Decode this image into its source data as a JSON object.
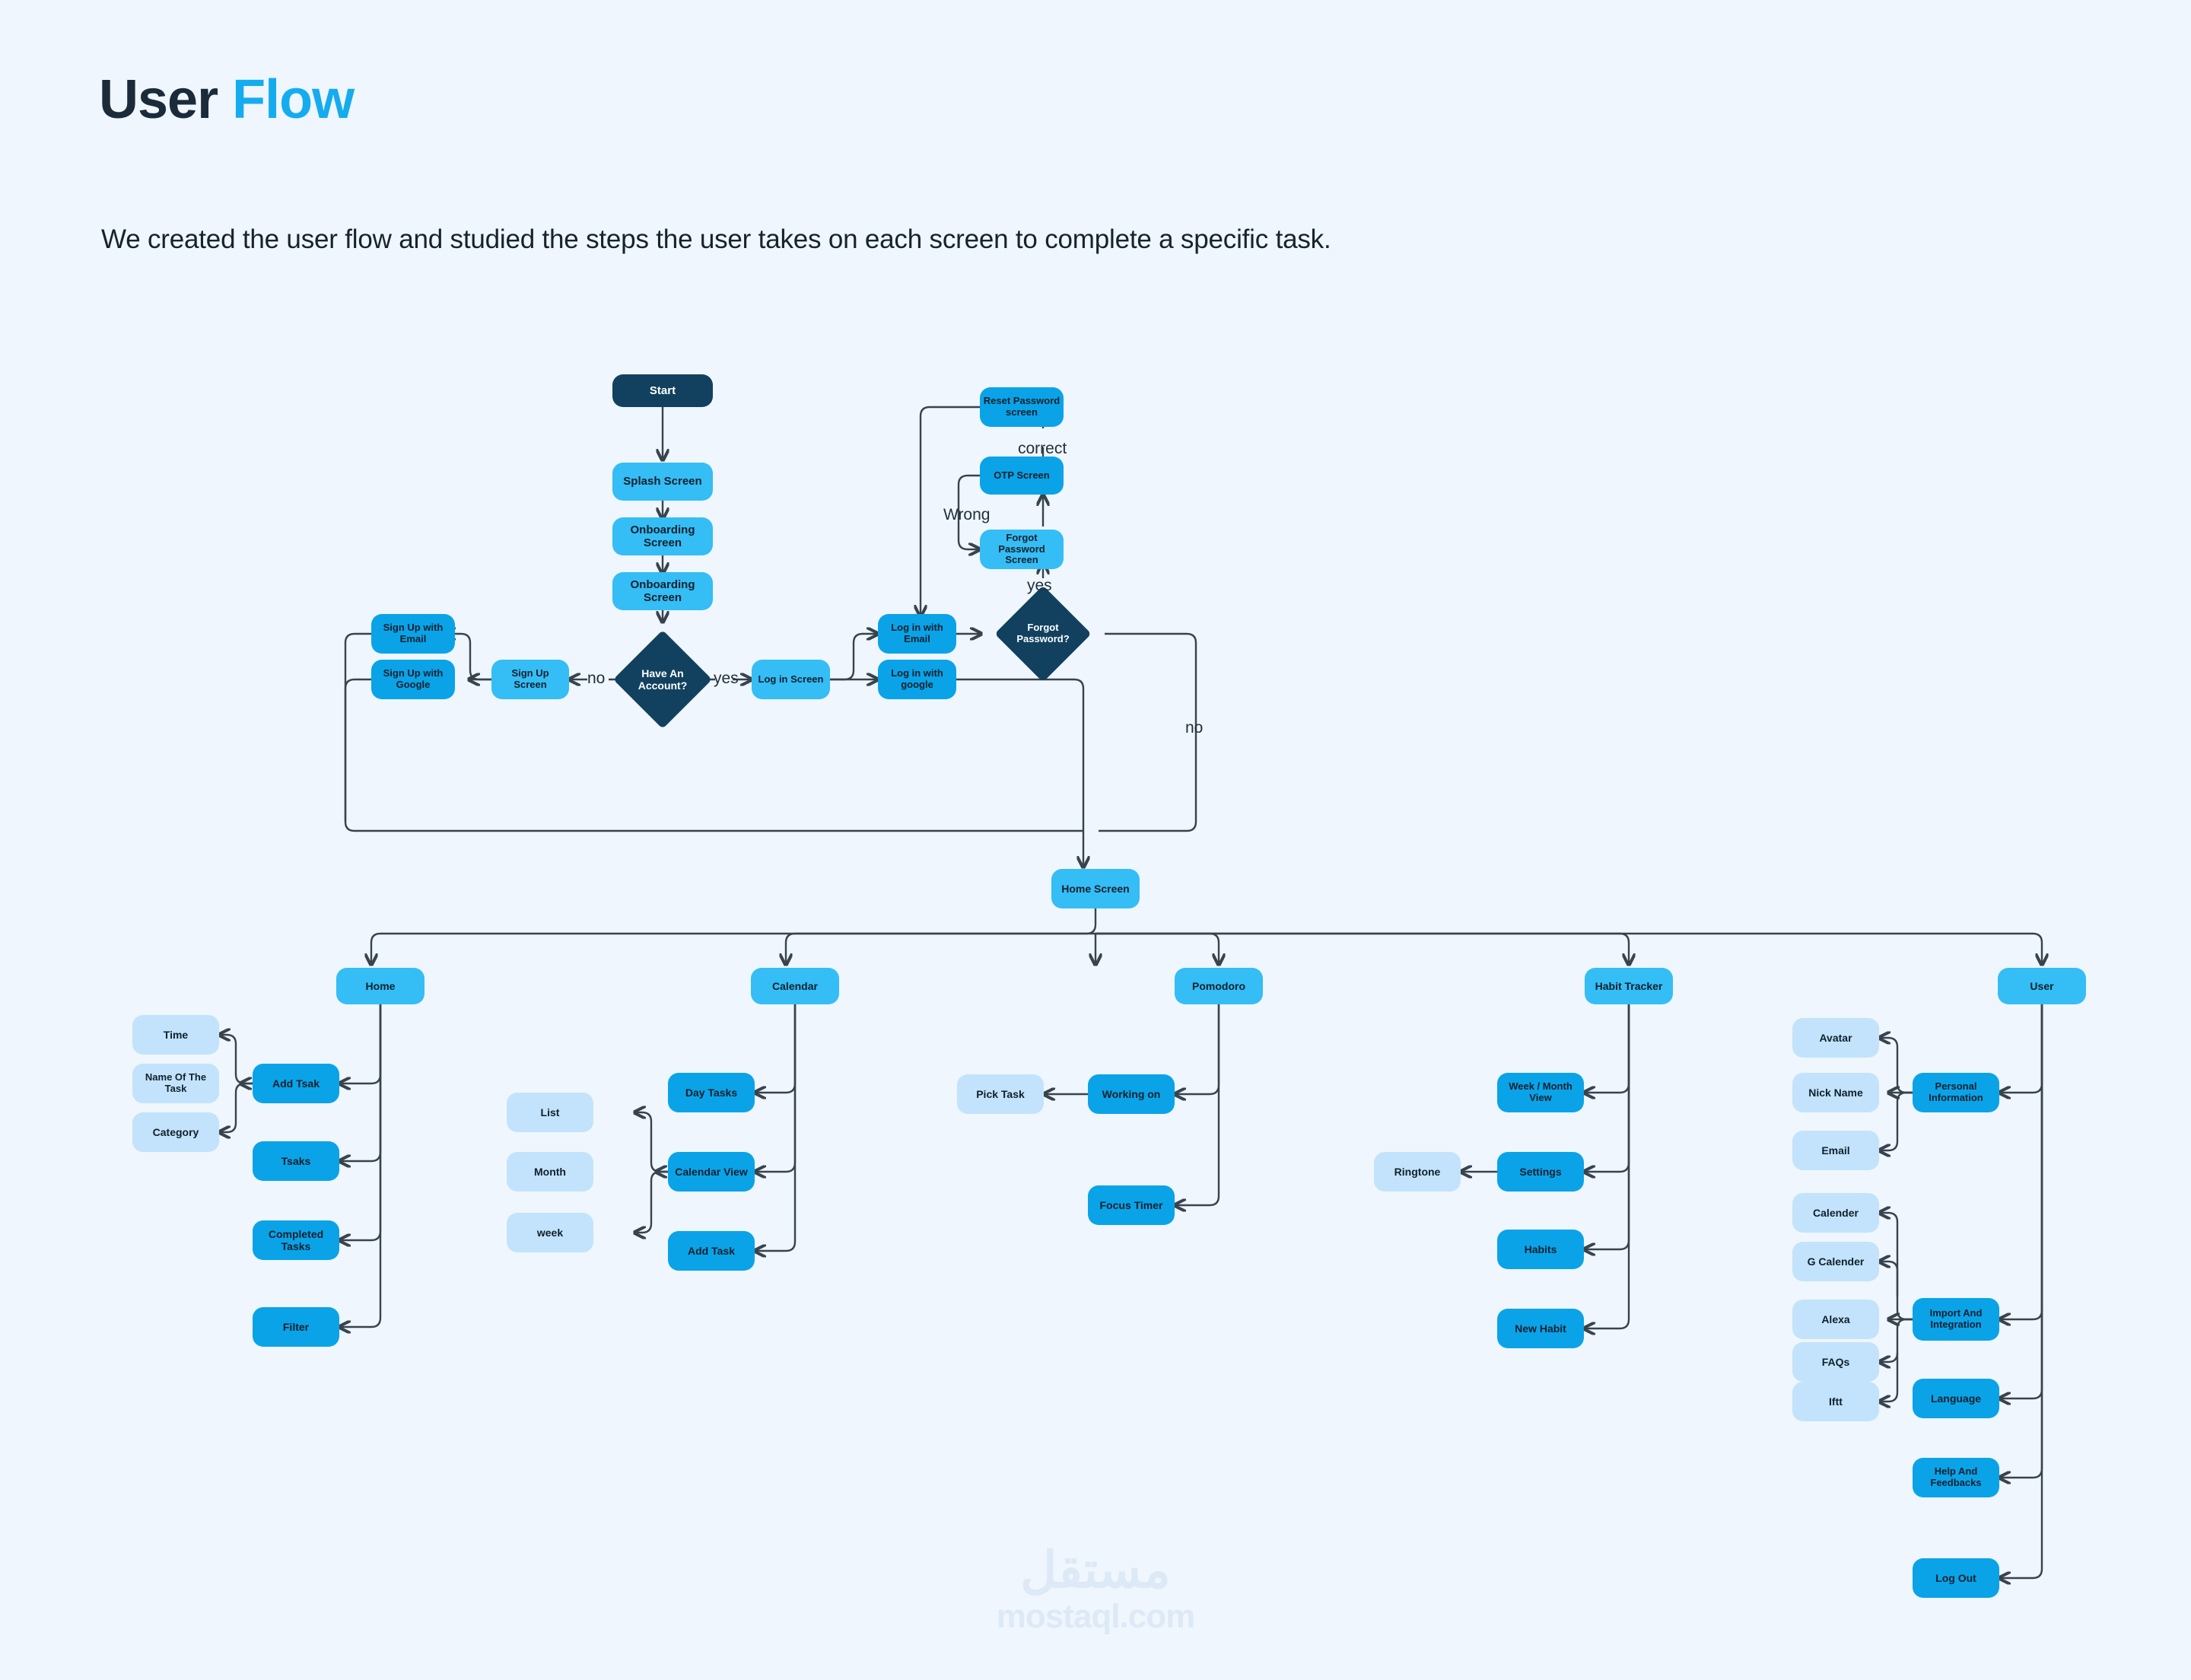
{
  "header": {
    "title_part1": "User",
    "title_part2": "Flow",
    "subtitle": "We created the user flow and studied the steps the user takes on each screen to complete a specific task."
  },
  "watermark": {
    "arabic": "مستقل",
    "latin": "mostaql.com"
  },
  "colors": {
    "background": "#eff6fd",
    "title_dark": "#1b2b3a",
    "title_accent": "#15ACEF",
    "node_start": "#11415f",
    "node_main": "#35bdf5",
    "node_mid": "#0aa3e8",
    "node_leaf": "#c2e3fb",
    "connector": "#39434d"
  },
  "nodes": {
    "start": "Start",
    "splash_screen": "Splash Screen",
    "onboarding_screen_1": "Onboarding Screen",
    "onboarding_screen_2": "Onboarding Screen",
    "have_an_account": "Have An\nAccount?",
    "sign_up_screen": "Sign Up Screen",
    "sign_up_with_email": "Sign Up with Email",
    "sign_up_with_google": "Sign Up with Google",
    "log_in_screen": "Log in Screen",
    "log_in_with_email": "Log in with Email",
    "log_in_with_google": "Log in with google",
    "forgot_password_decision": "Forgot\nPassword?",
    "forgot_password_screen": "Forgot Password\nScreen",
    "otp_screen": "OTP Screen",
    "reset_password_screen": "Reset Password\nscreen",
    "home_screen": "Home Screen",
    "home": "Home",
    "add_task": "Add Tsak",
    "time": "Time",
    "name_of_the_task": "Name Of The Task",
    "category": "Category",
    "tasks": "Tsaks",
    "completed_tasks": "Completed Tasks",
    "filter": "Filter",
    "calendar": "Calendar",
    "day_tasks": "Day Tasks",
    "calendar_view": "Calendar View",
    "list": "List",
    "month": "Month",
    "week": "week",
    "calendar_add_task": "Add Task",
    "pomodoro": "Pomodoro",
    "working_on": "Working on",
    "pick_task": "Pick Task",
    "focus_timer": "Focus Timer",
    "habit_tracker": "Habit Tracker",
    "week_month_view": "Week / Month View",
    "settings": "Settings",
    "ringtone": "Ringtone",
    "habits": "Habits",
    "new_habit": "New Habit",
    "user": "User",
    "personal_information": "Personal Information",
    "avatar": "Avatar",
    "nick_name": "Nick Name",
    "email": "Email",
    "import_and_integration": "Import And\nIntegration",
    "calender": "Calender",
    "g_calender": "G Calender",
    "alexa": "Alexa",
    "faqs": "FAQs",
    "iftt": "Iftt",
    "language": "Language",
    "help_and_feedbacks": "Help And Feedbacks",
    "log_out": "Log Out"
  },
  "edge_labels": {
    "no_signup": "no",
    "yes_login": "yes",
    "yes_forgot": "yes",
    "wrong": "Wrong",
    "correct": "correct",
    "no_home": "no"
  }
}
